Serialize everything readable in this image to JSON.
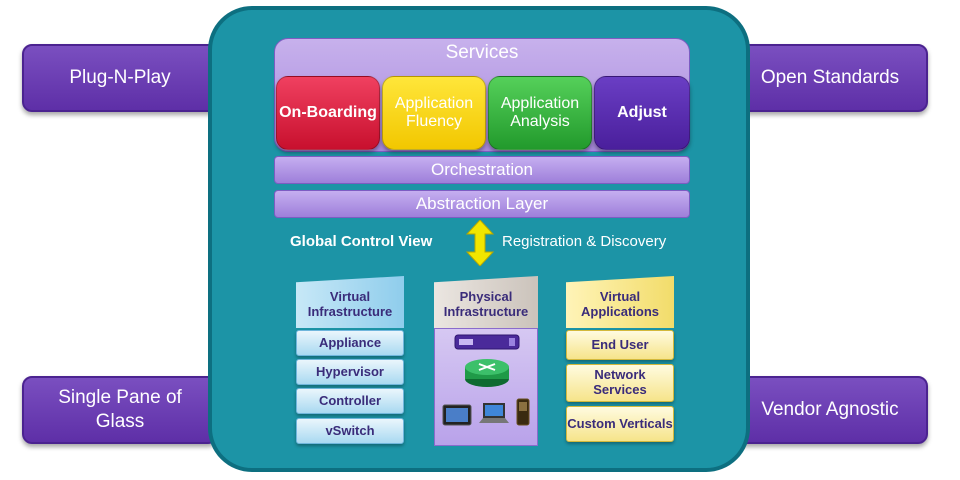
{
  "corners": {
    "top_left": "Plug-N-Play",
    "top_right": "Open Standards",
    "bottom_left": "Single Pane of Glass",
    "bottom_right": "Vendor Agnostic"
  },
  "services": {
    "title": "Services",
    "blocks": [
      "On-Boarding",
      "Application Fluency",
      "Application Analysis",
      "Adjust"
    ]
  },
  "layers": {
    "orchestration": "Orchestration",
    "abstraction": "Abstraction Layer"
  },
  "control": {
    "global_view": "Global Control View",
    "registration": "Registration & Discovery"
  },
  "columns": {
    "virtual_infrastructure": {
      "title": "Virtual Infrastructure",
      "items": [
        "Appliance",
        "Hypervisor",
        "Controller",
        "vSwitch"
      ]
    },
    "physical_infrastructure": {
      "title": "Physical Infrastructure"
    },
    "virtual_applications": {
      "title": "Virtual Applications",
      "items": [
        "End User",
        "Network Services",
        "Custom Verticals"
      ]
    }
  },
  "colors": {
    "corner_purple": "#6a3cb8",
    "panel_teal": "#1c94a6",
    "onboarding_red": "#d8163a",
    "fluency_yellow": "#f5cf00",
    "analysis_green": "#2faa36",
    "adjust_purple": "#5a2cb0",
    "arrow_yellow": "#f2e600"
  },
  "icons": [
    "server-icon",
    "router-icon",
    "tablet-icon",
    "laptop-icon",
    "phone-icon",
    "double-arrow-icon"
  ]
}
